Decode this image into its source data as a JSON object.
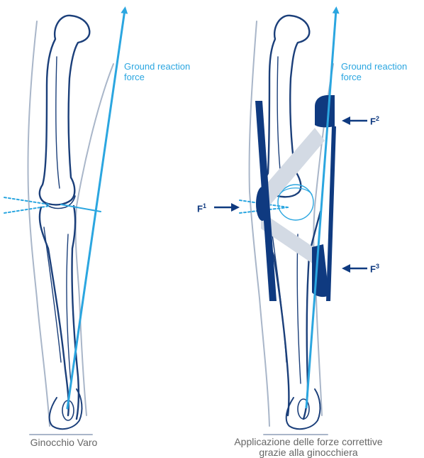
{
  "colors": {
    "bone_outline": "#1b3f7a",
    "skin_outline": "#a9b6c9",
    "reaction_arrow": "#2ba6e0",
    "brace_dark": "#0f3a80",
    "brace_strap": "#d3dae4",
    "caption_text": "#666666"
  },
  "left_panel": {
    "force_label": [
      "Ground reaction",
      "force"
    ],
    "caption": "Ginocchio Varo"
  },
  "right_panel": {
    "force_label": [
      "Ground reaction",
      "force"
    ],
    "forces": [
      {
        "label": "F",
        "sup": "1",
        "direction": "right"
      },
      {
        "label": "F",
        "sup": "2",
        "direction": "left"
      },
      {
        "label": "F",
        "sup": "3",
        "direction": "left"
      }
    ],
    "caption": [
      "Applicazione delle forze correttive",
      "grazie alla ginocchiera"
    ]
  }
}
